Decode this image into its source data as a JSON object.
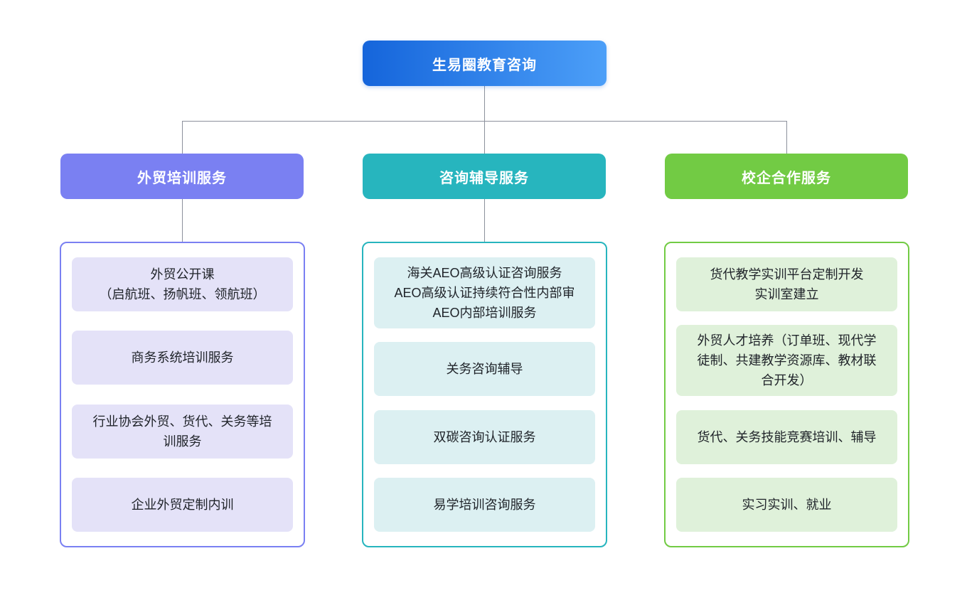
{
  "page": {
    "background": "#ffffff"
  },
  "connector_color": "#8C919C",
  "root": {
    "label": "生易圈教育咨询",
    "gradient_from": "#1565DB",
    "gradient_to": "#4C9FF8",
    "text_color": "#ffffff"
  },
  "branches": [
    {
      "label": "外贸培训服务",
      "header_color": "#7A80F2",
      "border_color": "#7A80F2",
      "item_bg": "#E4E2F8",
      "items": [
        {
          "lines": [
            "外贸公开课",
            "（启航班、扬帆班、领航班）"
          ]
        },
        {
          "lines": [
            "商务系统培训服务"
          ]
        },
        {
          "lines": [
            "行业协会外贸、货代、关务等培训服务"
          ]
        },
        {
          "lines": [
            "企业外贸定制内训"
          ]
        }
      ]
    },
    {
      "label": "咨询辅导服务",
      "header_color": "#27B5BE",
      "border_color": "#27B5BE",
      "item_bg": "#DCF0F2",
      "items": [
        {
          "lines": [
            "海关AEO高级认证咨询服务",
            "AEO高级认证持续符合性内部审",
            "AEO内部培训服务"
          ]
        },
        {
          "lines": [
            "关务咨询辅导"
          ]
        },
        {
          "lines": [
            "双碳咨询认证服务"
          ]
        },
        {
          "lines": [
            "易学培训咨询服务"
          ]
        }
      ]
    },
    {
      "label": "校企合作服务",
      "header_color": "#72CB44",
      "border_color": "#72CB44",
      "item_bg": "#DFF1DA",
      "items": [
        {
          "lines": [
            "货代教学实训平台定制开发",
            "实训室建立"
          ]
        },
        {
          "lines": [
            "外贸人才培养（订单班、现代学徒制、共建教学资源库、教材联合开发）"
          ]
        },
        {
          "lines": [
            "货代、关务技能竞赛培训、辅导"
          ]
        },
        {
          "lines": [
            "实习实训、就业"
          ]
        }
      ]
    }
  ]
}
